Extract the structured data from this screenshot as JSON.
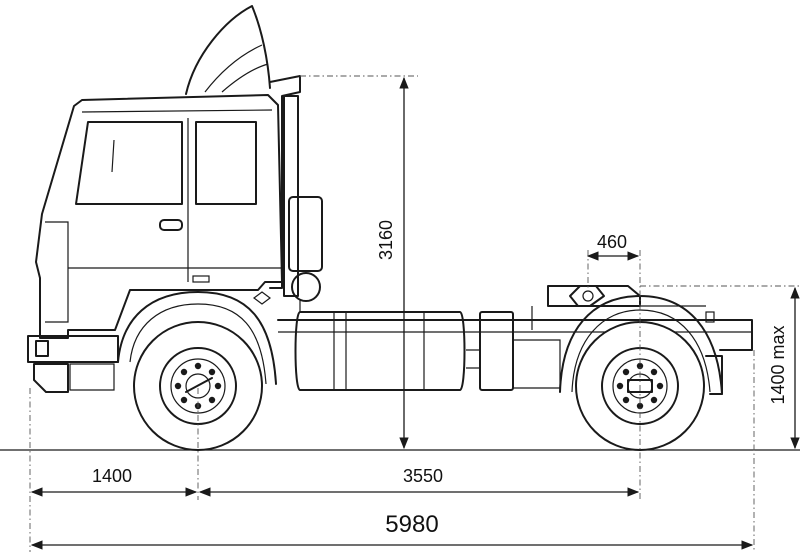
{
  "dimensions": {
    "front_overhang": "1400",
    "wheelbase": "3550",
    "overall_length": "5980",
    "overall_height": "3160",
    "fifth_wheel_offset": "460",
    "fifth_wheel_height": "1400 max"
  }
}
